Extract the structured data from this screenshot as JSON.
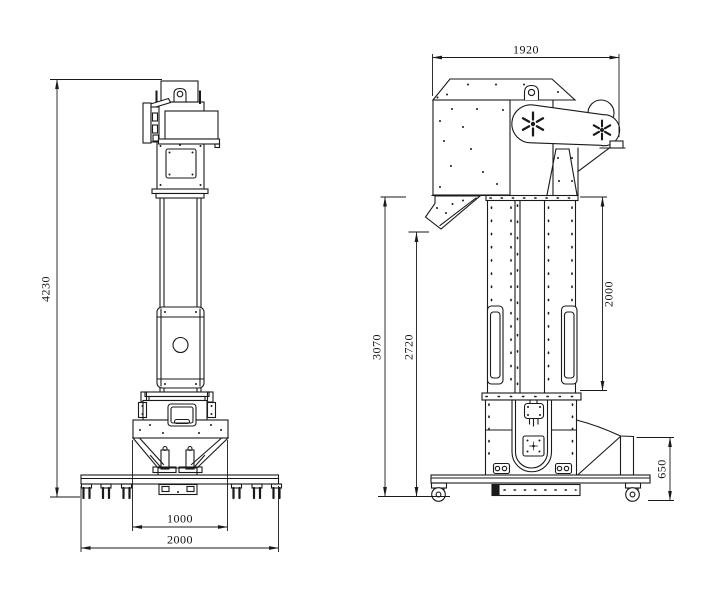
{
  "drawing": {
    "type": "engineering-two-view-drawing",
    "subject": "bucket-elevator",
    "colors": {
      "ink": "#1a1a1a",
      "paper": "#ffffff"
    }
  },
  "dims": {
    "front_overall_height": "4230",
    "front_boot_width": "1000",
    "front_base_width": "2000",
    "side_head_width": "1920",
    "side_casing_length": "2000",
    "side_overall_height": "3070",
    "side_discharge_height": "2720",
    "side_inlet_height": "650"
  }
}
